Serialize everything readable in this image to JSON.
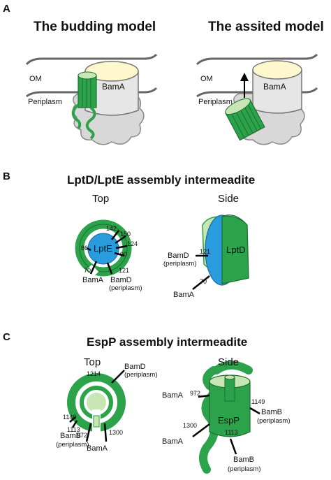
{
  "panelA": {
    "letter": "A",
    "title_left": "The budding model",
    "title_right": "The assited model",
    "om": "OM",
    "periplasm": "Periplasm",
    "bama": "BamA"
  },
  "panelB": {
    "letter": "B",
    "title": "LptD/LptE assembly intermeadite",
    "top": "Top",
    "side": "Side",
    "lpte": "LptE",
    "lptd": "LptD",
    "nums_top": [
      "142",
      "150",
      "124",
      "90",
      "121",
      "70",
      "86"
    ],
    "bama": "BamA",
    "bamd": "BamD",
    "periplasm_paren": "(periplasm)",
    "side_121": "121",
    "side_70": "70"
  },
  "panelC": {
    "letter": "C",
    "title": "EspP assembly intermeadite",
    "top": "Top",
    "side": "Side",
    "espp": "EspP",
    "bamd": "BamD",
    "bamb": "BamB",
    "bama": "BamA",
    "periplasm_paren": "(periplasm)",
    "nums_top": [
      "1214",
      "1149",
      "1113",
      "972",
      "1300"
    ],
    "nums_side": [
      "972",
      "1149",
      "1300",
      "1113"
    ]
  },
  "colors": {
    "green": "#2ca24a",
    "light_green": "#c7e6b3",
    "blue": "#2a9bdc",
    "grey": "#d8d8d8",
    "cream": "#fff8cc"
  }
}
